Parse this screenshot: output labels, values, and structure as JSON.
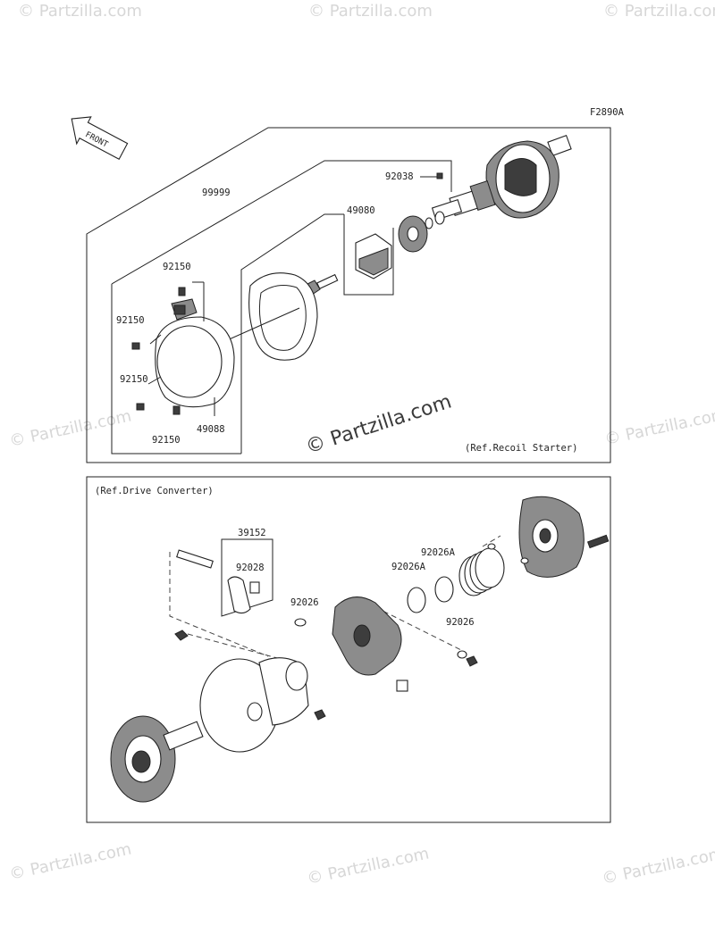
{
  "diagram_code": "F2890A",
  "front_marker": "FRONT",
  "watermark": "© Partzilla.com",
  "top_panel": {
    "ref_note": "(Ref.Recoil Starter)",
    "labels": {
      "p99999": "99999",
      "p92038": "92038",
      "p49080": "49080",
      "p92150_a": "92150",
      "p92150_b": "92150",
      "p92150_c": "92150",
      "p92150_d": "92150",
      "p49088": "49088"
    }
  },
  "bottom_panel": {
    "ref_note": "(Ref.Drive Converter)",
    "labels": {
      "p39152": "39152",
      "p92028": "92028",
      "p92026_a": "92026",
      "p92026a_a": "92026A",
      "p92026a_b": "92026A",
      "p92026_b": "92026"
    }
  }
}
